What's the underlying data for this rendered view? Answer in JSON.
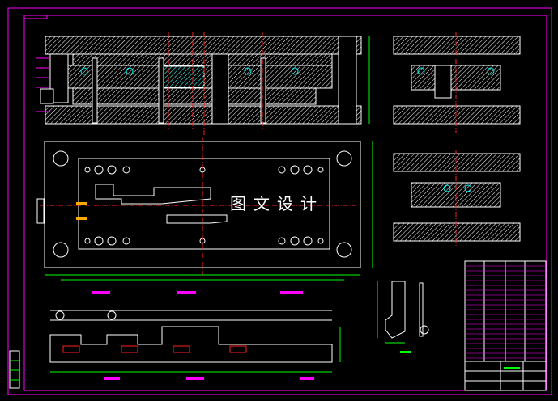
{
  "watermark": "图文设计",
  "colors": {
    "background": "#000000",
    "frame": "#ff00ff",
    "outline": "#ffffff",
    "centerline": "#ff2020",
    "dimension": "#00ff00",
    "leader": "#ff00ff",
    "fastener": "#00ffff",
    "title_accent": "#00ff00"
  },
  "views": [
    {
      "name": "main-section-view"
    },
    {
      "name": "side-section-view-top"
    },
    {
      "name": "side-section-view-bottom"
    },
    {
      "name": "lower-die-plan-view"
    },
    {
      "name": "strip-layout-view"
    },
    {
      "name": "part-drawing-view"
    },
    {
      "name": "title-block"
    },
    {
      "name": "bill-of-materials"
    }
  ]
}
